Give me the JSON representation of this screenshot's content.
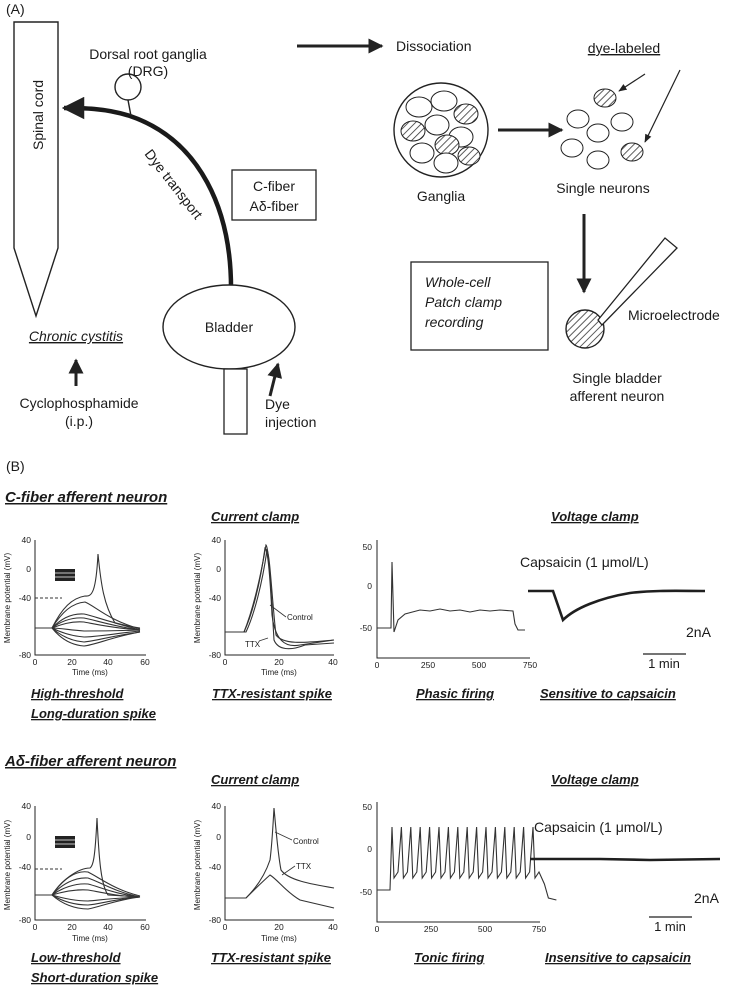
{
  "panel_a": {
    "label": "(A)",
    "spinal_cord": "Spinal cord",
    "drg_line1": "Dorsal root ganglia",
    "drg_line2": "(DRG)",
    "dye_transport": "Dye transport",
    "fibers_line1": "C-fiber",
    "fibers_line2": "Aδ-fiber",
    "bladder": "Bladder",
    "chronic_cystitis": "Chronic cystitis",
    "cyclophosphamide_line1": "Cyclophosphamide",
    "cyclophosphamide_line2": "(i.p.)",
    "dye_injection_line1": "Dye",
    "dye_injection_line2": "injection",
    "dissociation": "Dissociation",
    "dye_labeled": "dye-labeled",
    "ganglia": "Ganglia",
    "single_neurons": "Single neurons",
    "patch_line1": "Whole-cell",
    "patch_line2": "Patch clamp",
    "patch_line3": "recording",
    "microelectrode": "Microelectrode",
    "single_bladder_line1": "Single bladder",
    "single_bladder_line2": "afferent neuron"
  },
  "panel_b": {
    "label": "(B)",
    "c_fiber_title": "C-fiber afferent neuron",
    "ad_fiber_title": "Aδ-fiber afferent neuron",
    "current_clamp": "Current clamp",
    "voltage_clamp": "Voltage clamp",
    "capsaicin": "Capsaicin (1 μmol/L)",
    "scale_current": "2nA",
    "scale_time": "1 min",
    "membrane_potential": "Membrane potential (mV)",
    "time_ms": "Time (ms)",
    "control": "Control",
    "ttx": "TTX",
    "c_captions": {
      "spike_line1": "High-threshold",
      "spike_line2": "Long-duration spike",
      "ttx": "TTX-resistant spike",
      "firing": "Phasic firing",
      "capsaicin": "Sensitive to capsaicin"
    },
    "ad_captions": {
      "spike_line1": "Low-threshold",
      "spike_line2": "Short-duration spike",
      "ttx": "TTX-resistant spike",
      "firing": "Tonic firing",
      "capsaicin": "Insensitive to capsaicin"
    },
    "ticks": {
      "y_40_80": [
        "40",
        "0",
        "-40",
        "-80"
      ],
      "x_0_60": [
        "0",
        "20",
        "40",
        "60"
      ],
      "x_0_40": [
        "0",
        "20",
        "40"
      ],
      "y_50": [
        "50",
        "0",
        "-50"
      ],
      "x_0_750": [
        "0",
        "250",
        "500",
        "750"
      ]
    }
  }
}
